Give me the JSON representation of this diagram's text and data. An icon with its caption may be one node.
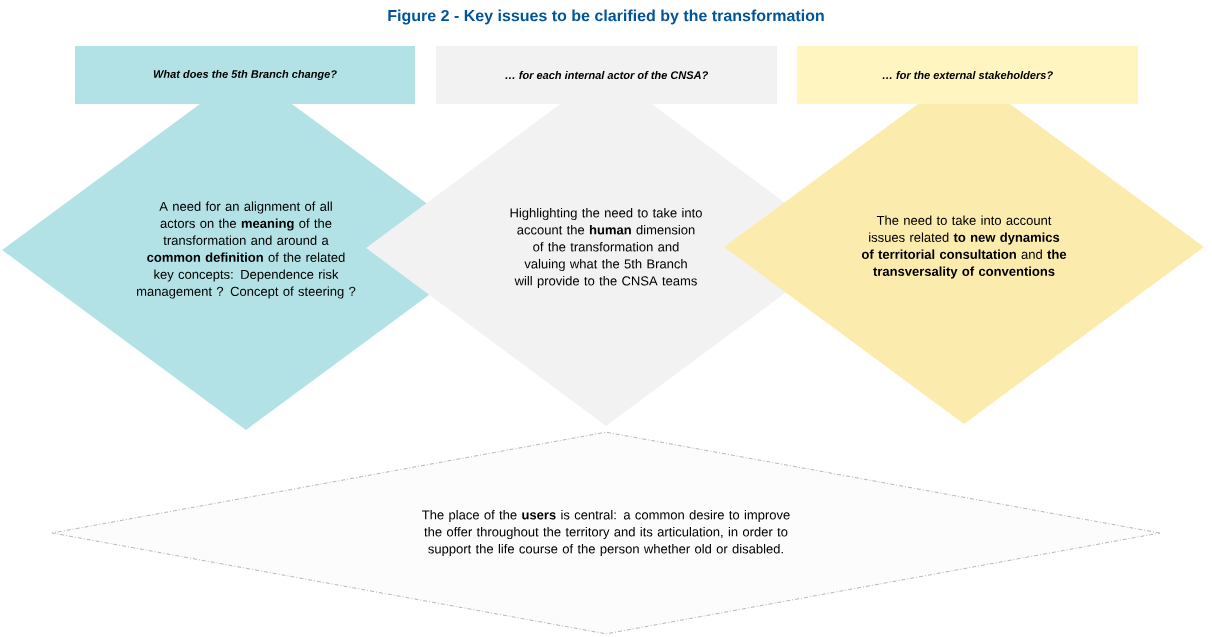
{
  "diagram": {
    "title": "Figure 2 - Key issues to be clarified by the transformation",
    "nodes": [
      {
        "text": [
          "What does the 5th Branch change?"
        ]
      },
      {
        "text": [
          "… for each internal actor of the CNSA?"
        ]
      },
      {
        "text": [
          "… for the external stakeholders?"
        ]
      },
      {
        "text": [
          "A need for an alignment of all actors on the **meaning** of the transformation and around a **common definition** of the related key concepts: Dependence risk management ? Concept of steering ?"
        ]
      },
      {
        "text": [
          "Highlighting the need to take into account the **human** dimension of the transformation and valuing what the 5th Branch will provide to the CNSA teams"
        ]
      },
      {
        "text": [
          "The need to take into account issues related **to new dynamics of territorial consultation** and **the transversality of conventions**"
        ]
      },
      {
        "text": [
          "The place of the **users** is central: a common desire to improve the offer throughout the territory and its articulation, in order to support the life course of the person whether old or disabled."
        ]
      }
    ]
  }
}
